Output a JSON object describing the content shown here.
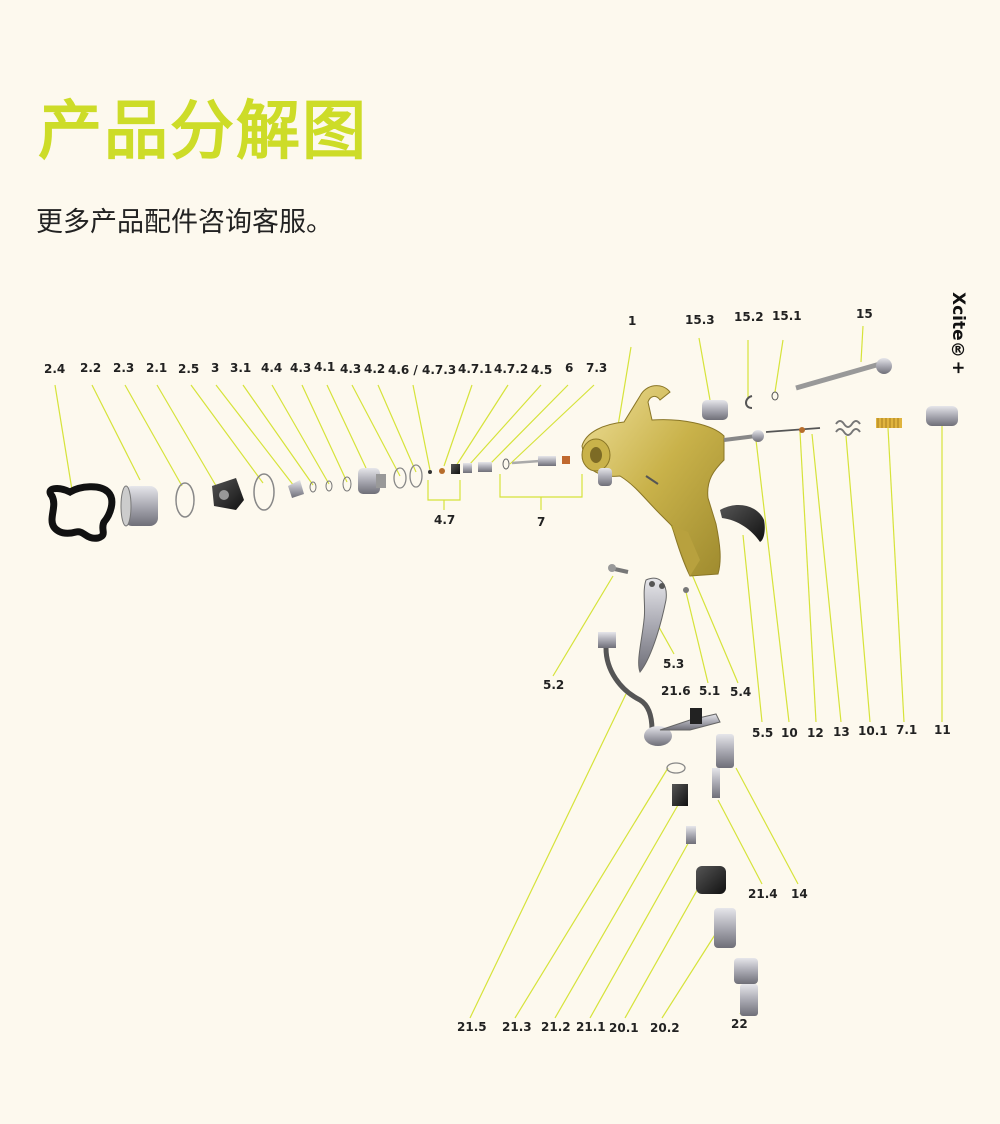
{
  "title": "产品分解图",
  "subtitle": "更多产品配件咨询客服。",
  "brand": "Xcite®+",
  "colors": {
    "accent": "#cddc28",
    "leader": "#d6e33a",
    "background": "#fdf9ee",
    "gun_body": "#d4bf5a"
  },
  "labels": {
    "l1": "1",
    "l15_3": "15.3",
    "l15_2": "15.2",
    "l15_1": "15.1",
    "l15": "15",
    "l2_4": "2.4",
    "l2_2": "2.2",
    "l2_3": "2.3",
    "l2_1": "2.1",
    "l2_5": "2.5",
    "l3": "3",
    "l3_1": "3.1",
    "l4_4": "4.4",
    "l4_3a": "4.3",
    "l4_1": "4.1",
    "l4_3b": "4.3",
    "l4_2": "4.2",
    "l4_6": "4.6 / 4.7.3",
    "l4_7_1": "4.7.1",
    "l4_7_2": "4.7.2",
    "l4_5": "4.5",
    "l6": "6",
    "l7_3": "7.3",
    "l4_7": "4.7",
    "l7": "7",
    "l5_3": "5.3",
    "l5_2": "5.2",
    "l21_6": "21.6",
    "l5_1": "5.1",
    "l5_4": "5.4",
    "l5_5": "5.5",
    "l10": "10",
    "l12": "12",
    "l13": "13",
    "l10_1": "10.1",
    "l7_1": "7.1",
    "l11": "11",
    "l21_4": "21.4",
    "l14": "14",
    "l21_5": "21.5",
    "l21_3": "21.3",
    "l21_2": "21.2",
    "l21_1": "21.1",
    "l20_1": "20.1",
    "l20_2": "20.2",
    "l22": "22"
  }
}
